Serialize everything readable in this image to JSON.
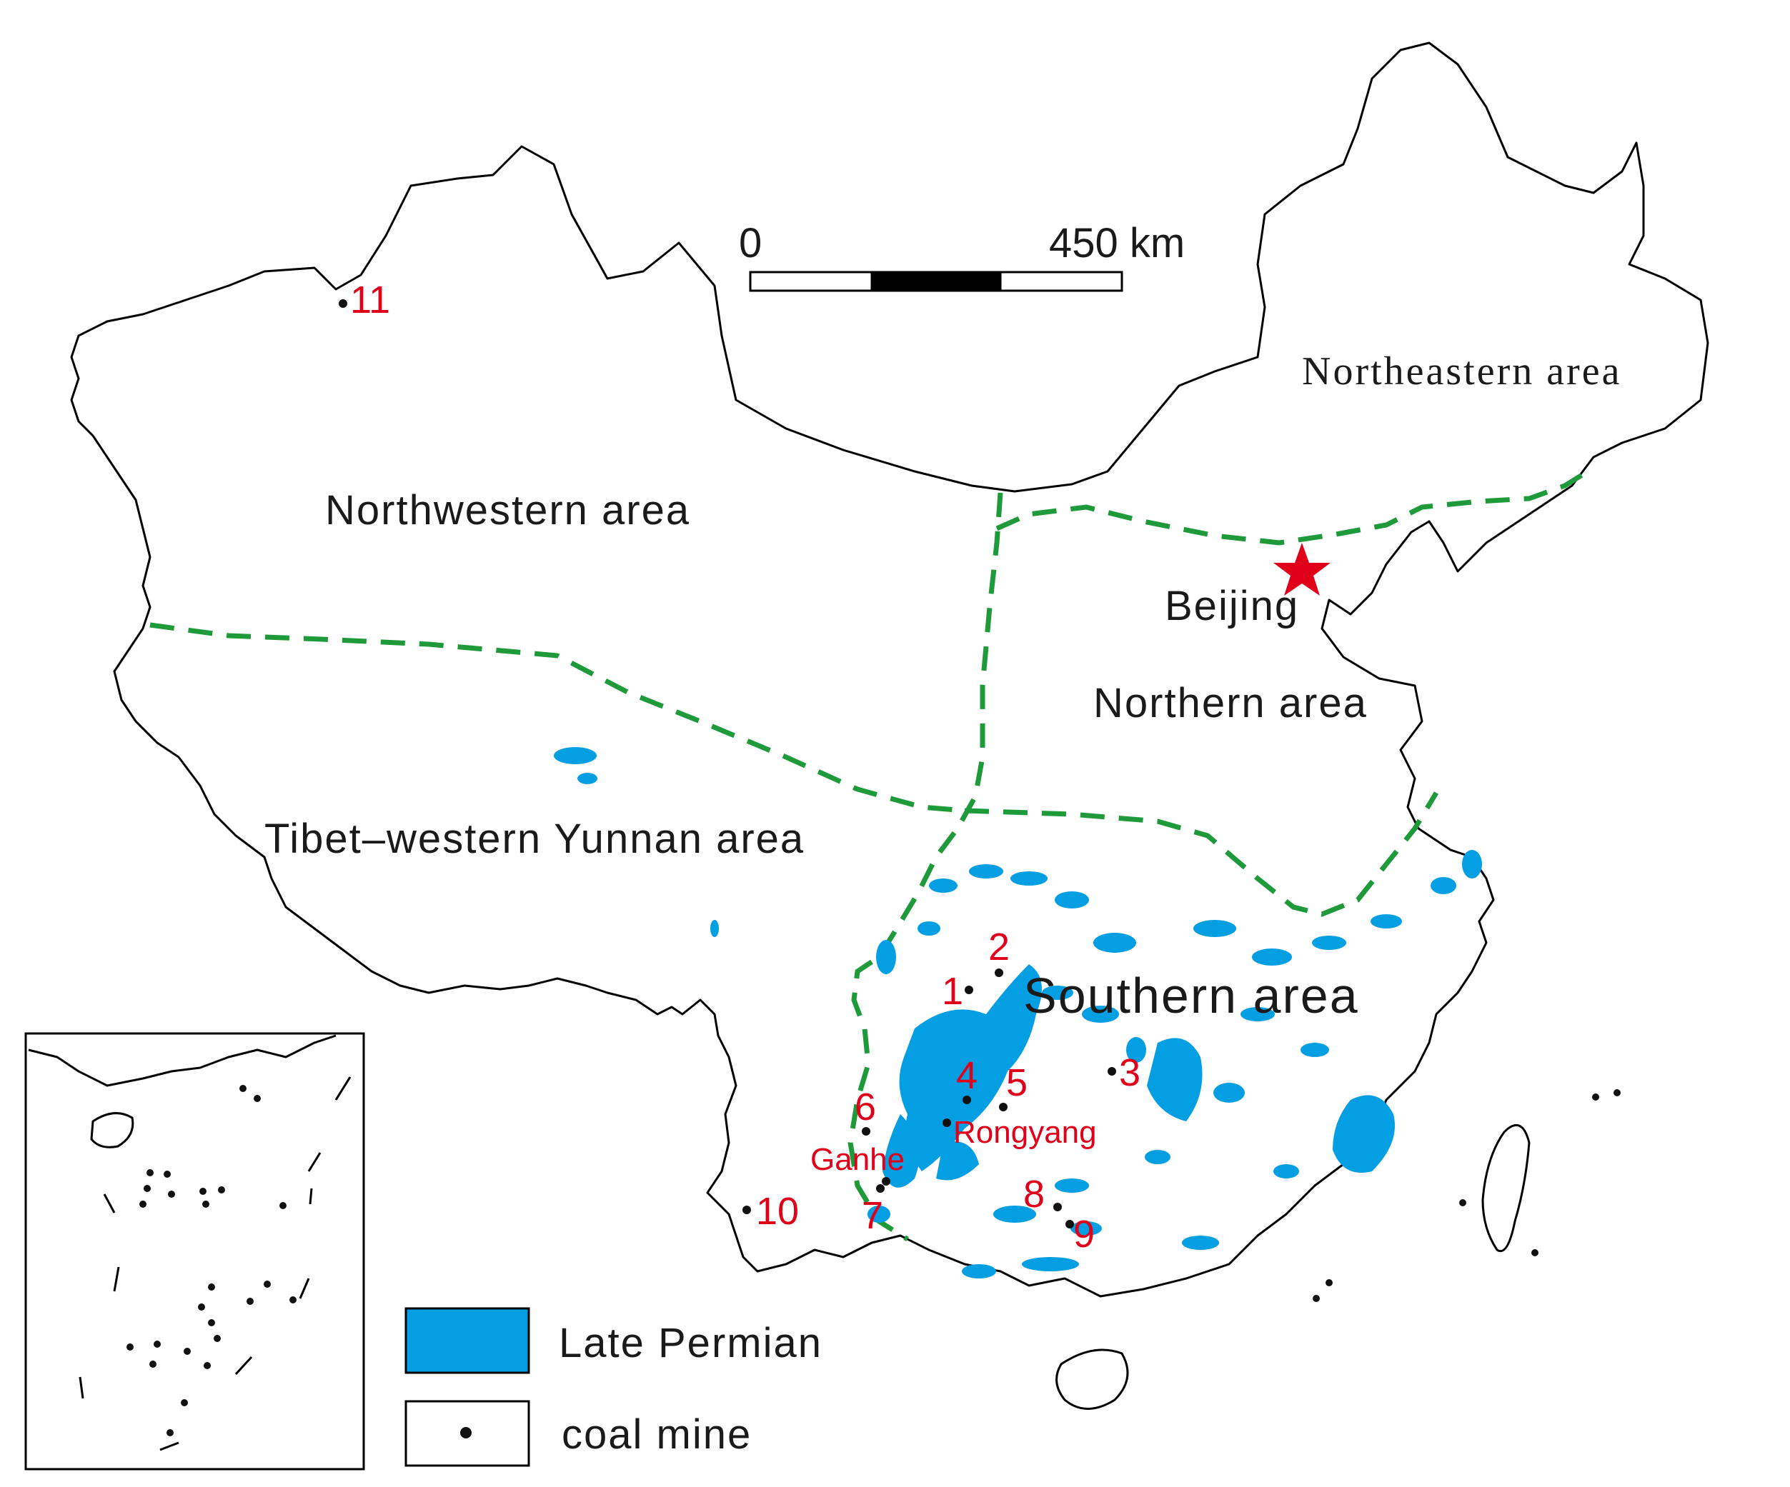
{
  "regions": {
    "northwestern": "Northwestern area",
    "northeastern": "Northeastern area",
    "northern": "Northern area",
    "tibet": "Tibet–western Yunnan area",
    "southern": "Southern area"
  },
  "capital": {
    "name": "Beijing"
  },
  "scale_bar": {
    "start": "0",
    "end": "450 km"
  },
  "coal_mines": [
    {
      "number": "1"
    },
    {
      "number": "2"
    },
    {
      "number": "3"
    },
    {
      "number": "4"
    },
    {
      "number": "5"
    },
    {
      "number": "6"
    },
    {
      "number": "7"
    },
    {
      "number": "8"
    },
    {
      "number": "9"
    },
    {
      "number": "10"
    },
    {
      "number": "11"
    }
  ],
  "site_names": {
    "rongyang": "Rongyang",
    "ganhe": "Ganhe"
  },
  "legend": {
    "late_permian": "Late Permian",
    "coal_mine": "coal mine"
  },
  "colors": {
    "late_permian": "#049fe3",
    "region_boundary": "#1e9a3a",
    "labels_numbers": "#e0001a",
    "capital_star": "#e0001a"
  }
}
